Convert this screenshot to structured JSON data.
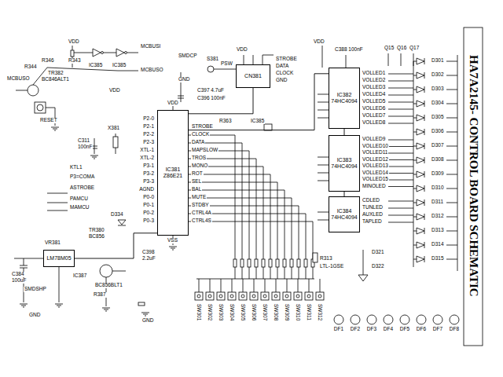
{
  "diagram": {
    "title": "HA7A2145- CONTROL BOARD SCHEMATIC",
    "nodes": [
      {
        "text": [
          "IC381",
          "Z86E21"
        ]
      },
      {
        "text": [
          "CN381"
        ]
      },
      {
        "text": [
          "IC382",
          "74HC4094"
        ]
      },
      {
        "text": [
          "IC383",
          "74HC4094"
        ]
      },
      {
        "text": [
          "IC384",
          "74HC4094"
        ]
      },
      {
        "text": [
          "LM78M05"
        ]
      }
    ],
    "edges": [
      {
        "from": 0,
        "to": 1,
        "arrow": "none"
      },
      {
        "from": 0,
        "to": 2,
        "arrow": "none"
      },
      {
        "from": 2,
        "to": 3,
        "arrow": "none"
      },
      {
        "from": 3,
        "to": 4,
        "arrow": "none"
      },
      {
        "from": 5,
        "to": 0,
        "arrow": "none"
      }
    ],
    "labels": [
      "VDD",
      "R346",
      "R343",
      "IC385",
      "IC385",
      "MCBUSI",
      "MCBUSO",
      "MCBUSO",
      "TR382",
      "BC846ALT1",
      "R344",
      "RESET",
      "VDD",
      "C311",
      "100nF",
      "X381",
      "KTL1",
      "P3=COMA",
      "ASTROBE",
      "PAMCU",
      "MAMCU",
      "D334",
      "TR380",
      "BC856",
      "VR381",
      "C384",
      "100uF",
      "SMDSHP",
      "IC387",
      "BC856BLT1",
      "R387",
      "GND",
      "GND",
      "C398",
      "2.2uF",
      "P2-0",
      "P2-1",
      "P2-2",
      "P2-3",
      "XTL-1",
      "XTL-2",
      "P3-1",
      "P3-2",
      "P3-3",
      "AGND",
      "P0-0",
      "P0-1",
      "P0-2",
      "P0-3",
      "STROBE",
      "CLOCK",
      "DATA",
      "MAPSLOW",
      "TROS",
      "MONO",
      "ROT",
      "SEL",
      "BAL",
      "MUTE",
      "STDBY",
      "CTRL4A",
      "CTRL4S",
      "VDD",
      "VSS",
      "SMDCP",
      "S381",
      "GND",
      "C397 4.7uF",
      "C396 100nF",
      "R363",
      "IC385",
      "PSW",
      "VDD",
      "STROBE",
      "DATA",
      "CLOCK",
      "GND",
      "VDD",
      "C388 100nF",
      "VOLLED1",
      "VOLLED2",
      "VOLLED3",
      "VOLLED4",
      "VOLLED5",
      "VOLLED6",
      "VOLLED7",
      "VOLLED8",
      "VOLLED9",
      "VOLLED10",
      "VOLLED11",
      "VOLLED12",
      "VOLLED13",
      "VOLLED14",
      "VOLLED15",
      "MINOLED",
      "CDLED",
      "TUNLED",
      "AUXLED",
      "TAPLED",
      "D301",
      "D302",
      "D303",
      "D304",
      "D305",
      "D306",
      "D307",
      "D308",
      "D309",
      "D310",
      "D311",
      "D312",
      "D313",
      "D314",
      "D315",
      "Q15",
      "Q16",
      "Q17",
      "R313",
      "LTL-1GSE",
      "D321",
      "D322",
      "SW301",
      "SW302",
      "SW303",
      "SW304",
      "SW305",
      "SW306",
      "SW307",
      "SW308",
      "SW309",
      "SW310",
      "SW311",
      "SW312",
      "DF1",
      "DF2",
      "DF3",
      "DF4",
      "DF5",
      "DF6",
      "DF7",
      "DF8"
    ]
  }
}
